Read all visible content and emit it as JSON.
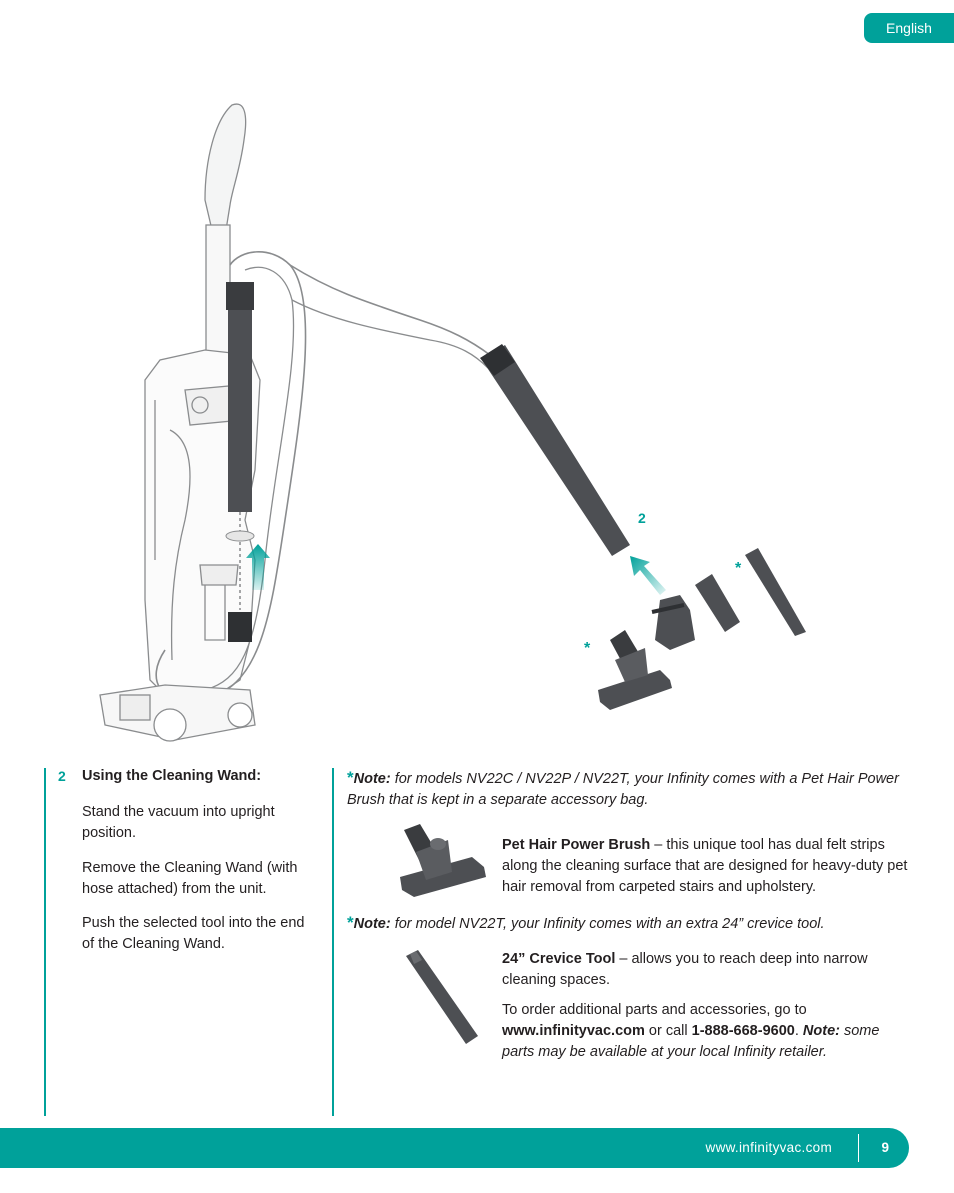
{
  "header": {
    "language_tab": "English"
  },
  "illustration": {
    "step_label": "2",
    "asterisk": "*"
  },
  "step": {
    "number": "2",
    "title": "Using the Cleaning Wand:",
    "paragraphs": [
      "Stand the vacuum into upright position.",
      "Remove the Cleaning Wand (with hose attached) from the unit.",
      "Push the selected tool into the end of the Cleaning Wand."
    ]
  },
  "notes": {
    "pet_note": {
      "star": "*",
      "label": "Note:",
      "text": " for models NV22C / NV22P / NV22T, your Infinity comes with a Pet Hair Power Brush that is kept in a separate accessory bag."
    },
    "pet_brush": {
      "name": "Pet Hair Power Brush",
      "description": " – this unique tool has dual felt strips along the cleaning surface that are designed for heavy-duty pet hair removal from carpeted stairs and upholstery."
    },
    "crevice_note": {
      "star": "*",
      "label": "Note:",
      "text": " for model NV22T, your Infinity comes with an extra 24” crevice tool."
    },
    "crevice_tool": {
      "name": "24” Crevice Tool",
      "description": "  – allows you to reach deep into narrow cleaning spaces."
    },
    "order": {
      "text1": "To order additional parts and accessories, go to ",
      "url": "www.infinityvac.com",
      "text2": " or call ",
      "phone": "1-888-668-9600",
      "text3": ". ",
      "note_label": "Note:",
      "text4": " some parts may be available at your local Infinity retailer."
    }
  },
  "footer": {
    "url": "www.infinityvac.com",
    "page_number": "9"
  },
  "colors": {
    "accent": "#00a19a",
    "tool_dark": "#4d4f53",
    "line_art": "#8a8c8e"
  }
}
